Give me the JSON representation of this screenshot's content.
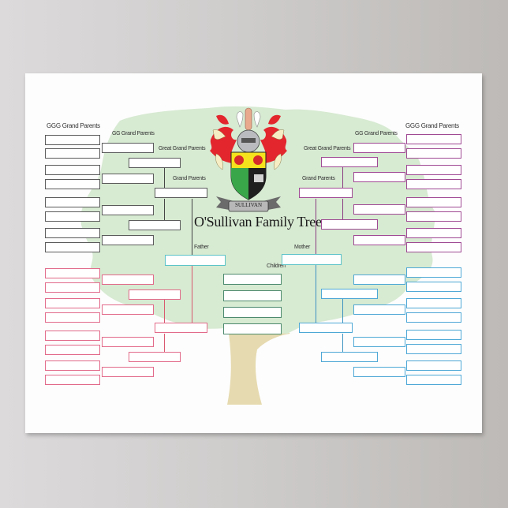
{
  "poster": {
    "title": "O'Sullivan Family Tree",
    "crest_banner": "SULLIVAN",
    "colors": {
      "background_frame": "#cfcdcc",
      "poster": "#fdfdfd",
      "canopy": "#d7ead2",
      "trunk": "#e6dab0",
      "paternal_father_side": "#5b5b5b",
      "paternal_mother_side": "#e26a8a",
      "maternal_father_side": "#a04a94",
      "maternal_mother_side": "#4ea8d6",
      "parents": "#5cc3c8",
      "children": "#4d8a6e"
    }
  },
  "labels": {
    "ggg_left": "GGG Grand Parents",
    "gg_left": "GG Grand Parents",
    "great_left": "Great Grand Parents",
    "grand_left": "Grand Parents",
    "ggg_right": "GGG Grand Parents",
    "gg_right": "GG Grand Parents",
    "great_right": "Great Grand Parents",
    "grand_right": "Grand Parents",
    "father": "Father",
    "mother": "Mother",
    "children": "Children"
  },
  "boxes": {
    "father": "",
    "mother": "",
    "children": [
      "",
      "",
      "",
      ""
    ],
    "left_top": {
      "grand": "",
      "great": [
        "",
        ""
      ],
      "gg": [
        "",
        "",
        "",
        ""
      ],
      "ggg": [
        "",
        "",
        "",
        "",
        "",
        "",
        "",
        ""
      ]
    },
    "left_bottom": {
      "grand": "",
      "great": [
        "",
        ""
      ],
      "gg": [
        "",
        "",
        "",
        ""
      ],
      "ggg": [
        "",
        "",
        "",
        "",
        "",
        "",
        "",
        ""
      ]
    },
    "right_top": {
      "grand": "",
      "great": [
        "",
        ""
      ],
      "gg": [
        "",
        "",
        "",
        ""
      ],
      "ggg": [
        "",
        "",
        "",
        "",
        "",
        "",
        "",
        ""
      ]
    },
    "right_bottom": {
      "grand": "",
      "great": [
        "",
        ""
      ],
      "gg": [
        "",
        "",
        "",
        ""
      ],
      "ggg": [
        "",
        "",
        "",
        "",
        "",
        "",
        "",
        ""
      ]
    }
  }
}
